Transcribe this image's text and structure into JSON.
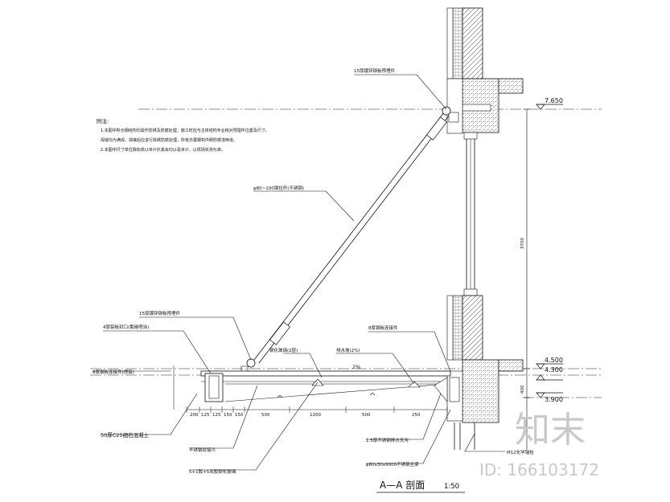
{
  "notes": {
    "heading": "附注:",
    "lines": [
      "1.本图中所示钢结构均需作防锈及防腐处理，施工时应与主体结构专业核对预埋件位置及尺寸。",
      "  焊缝均为满焊，焊接后应进行除锈防腐处理，所有外露钢构件刷防锈漆两道。",
      "2.本图中尺寸单位除标高以米计外其余均以毫米计，以现场实测为准。"
    ]
  },
  "labels": {
    "bolt_top": "15厚镀锌钢板预埋件",
    "tie_rod": "φ80~100钢拉杆(不锈钢)",
    "bolt_bottom": "15厚镀锌钢板预埋件",
    "end_plate": "4厚铝板封口(氟碳喷涂)",
    "beam_main": "8厚钢板连接件(焊接)",
    "glass_panel": "钢化玻璃(2层)",
    "slope": "2%",
    "drain_plate": "排水坡(2%)",
    "right_connector": "8厚钢板连接件",
    "left_section": "50厚C25细石混凝土",
    "steel_conn": "不锈钢驳接爪",
    "laminated": "5+1胶+5夹胶钢化玻璃",
    "gutter": "1.5厚不锈钢排水天沟",
    "main_beam": "φ60x30x9000不锈钢主梁",
    "anchor": "M12化学锚栓",
    "height_dim": "3700",
    "bottom_dim": "400"
  },
  "levels": {
    "top": "7.650",
    "mid_upper": "4.500",
    "mid_lower": "4.300",
    "bottom": "3.900"
  },
  "dims": [
    "200",
    "125",
    "125",
    "150",
    "150",
    "500",
    "1200",
    "500",
    "250"
  ],
  "title": {
    "main": "A—A 剖面",
    "scale": "1:50"
  },
  "watermark": {
    "brand": "知末",
    "id": "ID: 166103172"
  }
}
